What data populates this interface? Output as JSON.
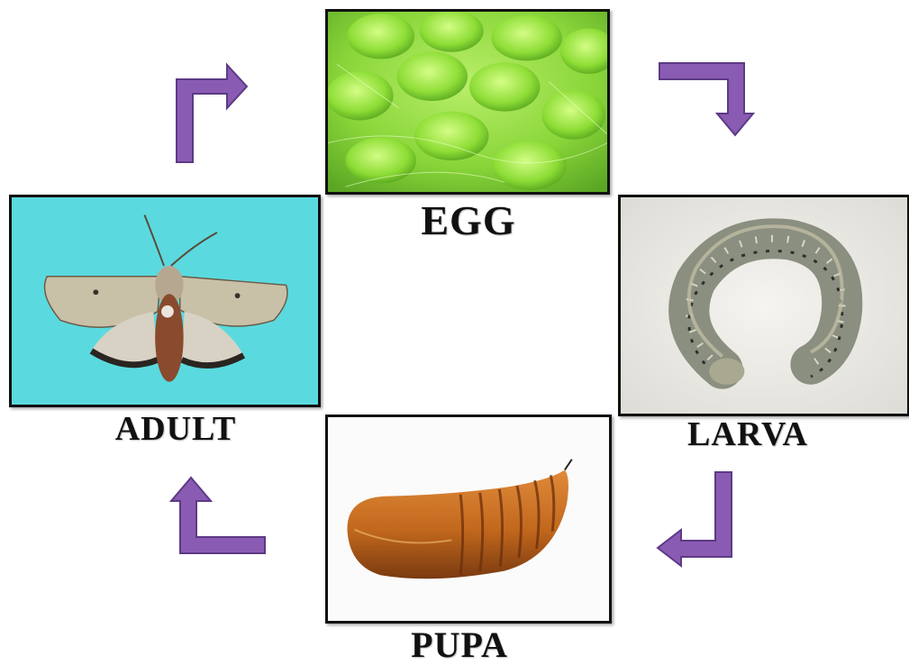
{
  "stages": {
    "egg": {
      "label": "EGG"
    },
    "larva": {
      "label": "LARVA"
    },
    "pupa": {
      "label": "PUPA"
    },
    "adult": {
      "label": "ADULT"
    }
  },
  "colors": {
    "arrow_fill": "#8a5bb3",
    "arrow_edge": "#5d3a85",
    "frame": "#111111",
    "egg_green": "#8ad63a",
    "adult_bg": "#4fd6dc",
    "larva_body": "#8a8f80",
    "pupa_body": "#c2681d"
  },
  "icons": {
    "arrow_top_left": "arrow-up-right-icon",
    "arrow_top_right": "arrow-right-down-icon",
    "arrow_bottom_right": "arrow-down-left-icon",
    "arrow_bottom_left": "arrow-left-up-icon"
  }
}
